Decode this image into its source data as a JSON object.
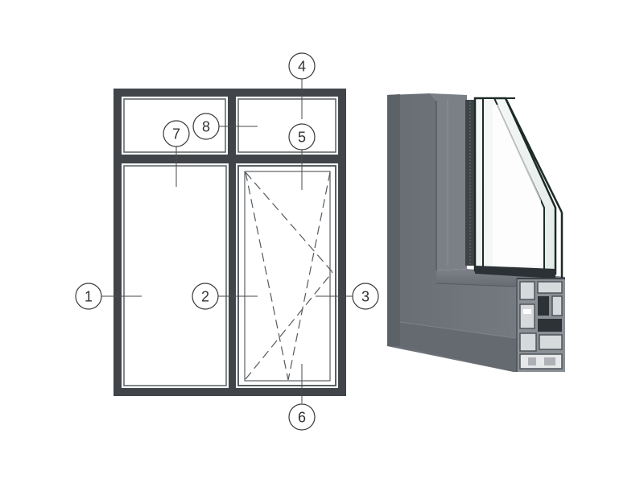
{
  "callouts": {
    "c1": "1",
    "c2": "2",
    "c3": "3",
    "c4": "4",
    "c5": "5",
    "c6": "6",
    "c7": "7",
    "c8": "8"
  },
  "colors": {
    "frame": "#414549",
    "frame_inner": "#5b6065",
    "callout_stroke": "#3a3a3a",
    "leader": "#4a4a4a",
    "profile_face": "#6e737a",
    "profile_dark": "#50555b",
    "glass": "#eef3f1",
    "glass_edge": "#1d2b26"
  }
}
